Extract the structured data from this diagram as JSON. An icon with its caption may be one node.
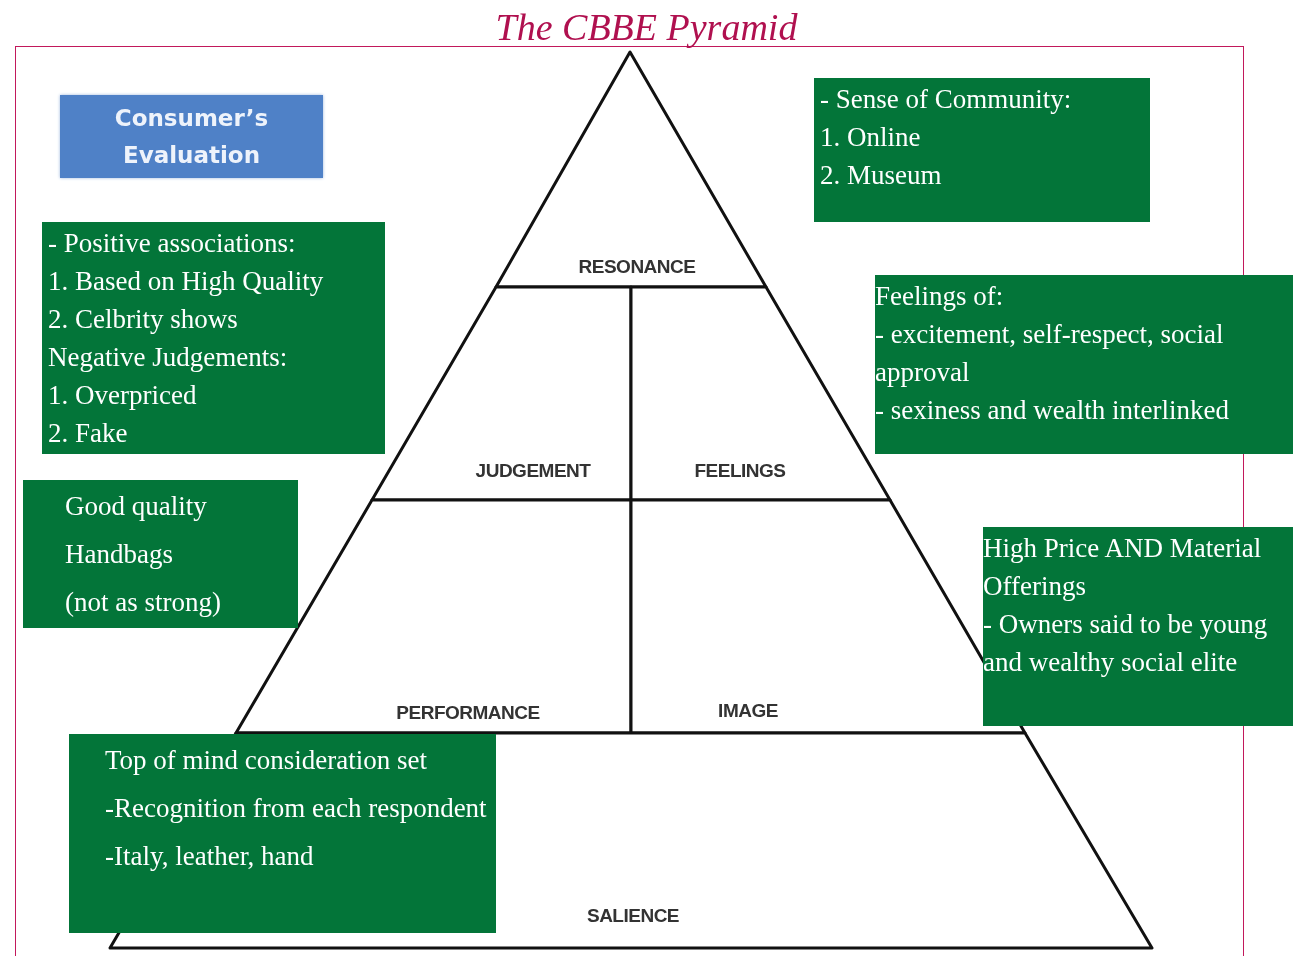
{
  "diagram": {
    "title": "The CBBE Pyramid",
    "nodes": [
      {
        "text": [
          "Consumer’s Evaluation"
        ]
      },
      {
        "text": [
          "- Sense of Community:",
          "1. Online",
          "2. Museum"
        ]
      },
      {
        "text": [
          "- Positive associations:",
          "1. Based on High Quality",
          "2. Celbrity shows",
          "Negative Judgements:",
          "1. Overpriced",
          "2. Fake"
        ]
      },
      {
        "text": [
          "RESONANCE"
        ]
      },
      {
        "text": [
          "Feelings of:",
          "- excitement, self-respect, social approval",
          "- sexiness and wealth interlinked"
        ]
      },
      {
        "text": [
          "JUDGEMENT"
        ]
      },
      {
        "text": [
          "FEELINGS"
        ]
      },
      {
        "text": [
          "Good quality",
          "Handbags",
          "(not as strong)"
        ]
      },
      {
        "text": [
          "High Price AND Material Offerings",
          "- Owners said to be young and wealthy social elite"
        ]
      },
      {
        "text": [
          "PERFORMANCE"
        ]
      },
      {
        "text": [
          "IMAGE"
        ]
      },
      {
        "text": [
          "Top of mind consideration set",
          "-Recognition from each respondent",
          "-Italy, leather, hand"
        ]
      },
      {
        "text": [
          "SALIENCE"
        ]
      }
    ],
    "edges": []
  }
}
